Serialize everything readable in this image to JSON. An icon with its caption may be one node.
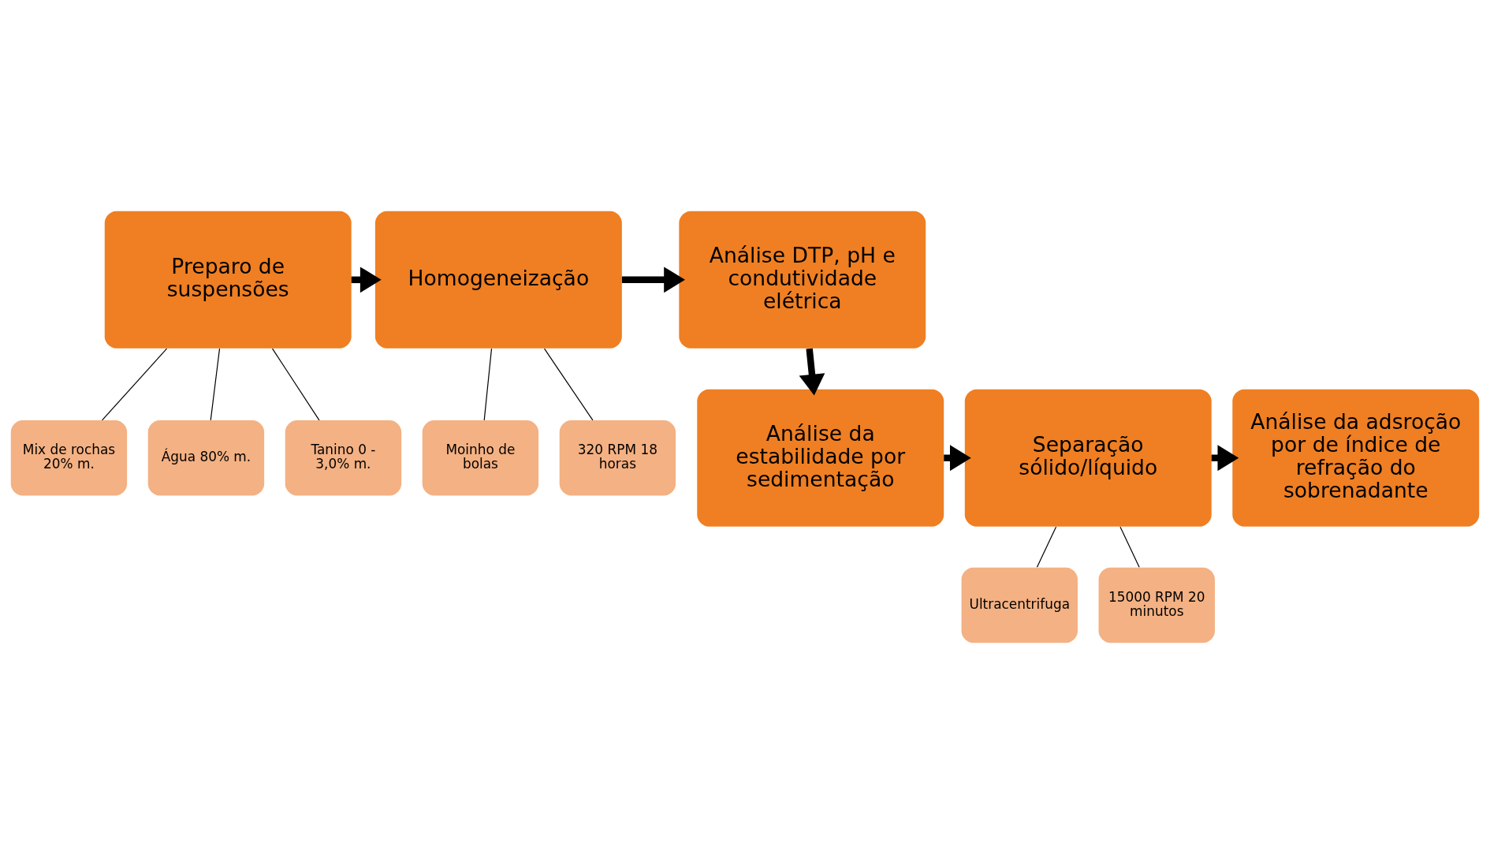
{
  "diagram": {
    "nodes": [
      {
        "text": [
          "Preparo de suspensões"
        ]
      },
      {
        "text": [
          "Mix de rochas 20% m."
        ]
      },
      {
        "text": [
          "Água 80% m."
        ]
      },
      {
        "text": [
          "Tanino 0 - 3,0% m."
        ]
      },
      {
        "text": [
          "Homogeneização"
        ]
      },
      {
        "text": [
          "Moinho de bolas"
        ]
      },
      {
        "text": [
          "320 RPM 18 horas"
        ]
      },
      {
        "text": [
          "Análise DTP, pH e condutividade elétrica"
        ]
      },
      {
        "text": [
          "Análise da estabilidade por sedimentação"
        ]
      },
      {
        "text": [
          "Separação sólido/líquido"
        ]
      },
      {
        "text": [
          "Ultracentrifuga"
        ]
      },
      {
        "text": [
          "15000 RPM 20 minutos"
        ]
      },
      {
        "text": [
          "Análise da adsroção por de índice de refração do sobrenadante"
        ]
      }
    ],
    "edges": [
      {
        "from": 0,
        "to": 4,
        "arrow": "to",
        "style": "thick"
      },
      {
        "from": 4,
        "to": 7,
        "arrow": "to",
        "style": "thick"
      },
      {
        "from": 0,
        "to": 1,
        "arrow": "none"
      },
      {
        "from": 0,
        "to": 2,
        "arrow": "none"
      },
      {
        "from": 0,
        "to": 3,
        "arrow": "none"
      },
      {
        "from": 4,
        "to": 5,
        "arrow": "none"
      },
      {
        "from": 4,
        "to": 6,
        "arrow": "none"
      },
      {
        "from": 7,
        "to": 8,
        "arrow": "to",
        "style": "thick"
      },
      {
        "from": 8,
        "to": 9,
        "arrow": "to",
        "style": "thick"
      },
      {
        "from": 9,
        "to": 12,
        "arrow": "to",
        "style": "thick"
      },
      {
        "from": 9,
        "to": 10,
        "arrow": "none"
      },
      {
        "from": 9,
        "to": 11,
        "arrow": "none"
      }
    ]
  }
}
